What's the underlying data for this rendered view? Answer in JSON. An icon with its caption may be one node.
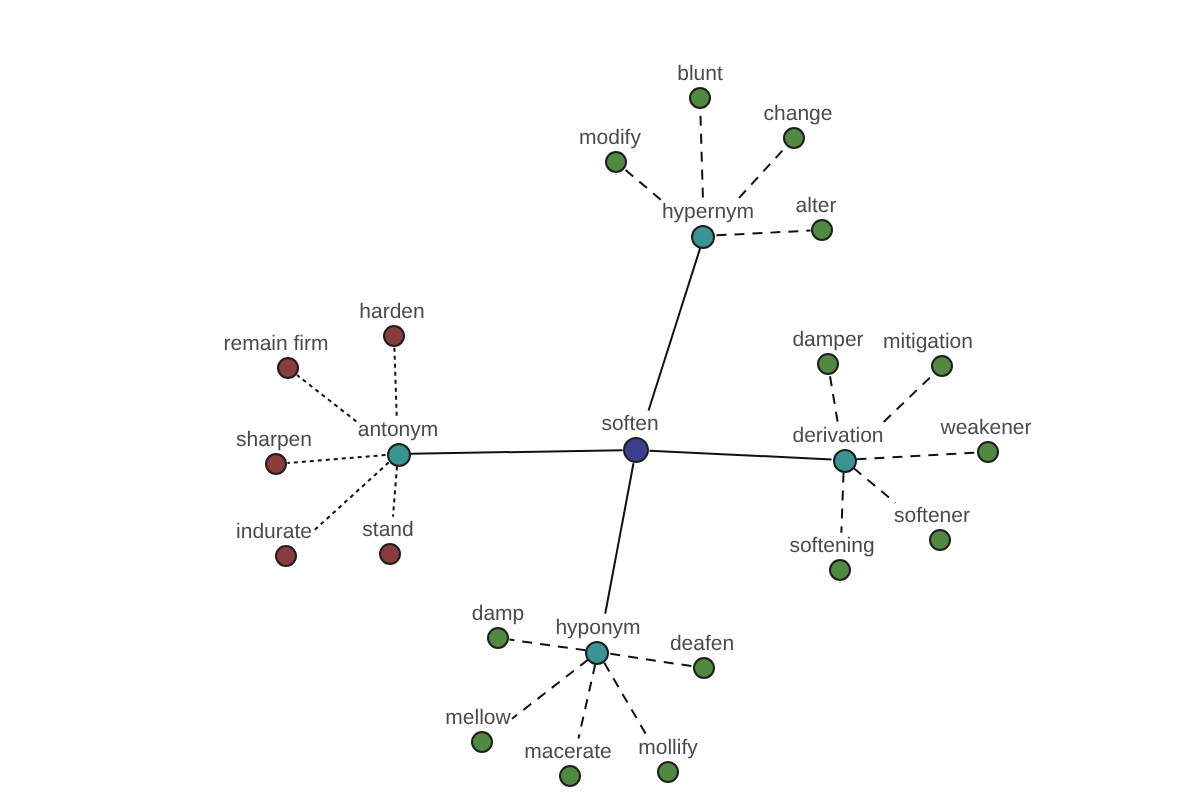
{
  "diagram": {
    "nodes": [
      {
        "text": [
          "blunt"
        ]
      },
      {
        "text": [
          "change"
        ]
      },
      {
        "text": [
          "modify"
        ]
      },
      {
        "text": [
          "hypernym"
        ]
      },
      {
        "text": [
          "alter"
        ]
      },
      {
        "text": [
          "harden"
        ]
      },
      {
        "text": [
          "remain firm"
        ]
      },
      {
        "text": [
          "damper"
        ]
      },
      {
        "text": [
          "mitigation"
        ]
      },
      {
        "text": [
          "sharpen"
        ]
      },
      {
        "text": [
          "antonym"
        ]
      },
      {
        "text": [
          "soften"
        ]
      },
      {
        "text": [
          "derivation"
        ]
      },
      {
        "text": [
          "weakener"
        ]
      },
      {
        "text": [
          "softener"
        ]
      },
      {
        "text": [
          "indurate"
        ]
      },
      {
        "text": [
          "stand"
        ]
      },
      {
        "text": [
          "softening"
        ]
      },
      {
        "text": [
          "damp"
        ]
      },
      {
        "text": [
          "hyponym"
        ]
      },
      {
        "text": [
          "deafen"
        ]
      },
      {
        "text": [
          "mellow"
        ]
      },
      {
        "text": [
          "macerate"
        ]
      },
      {
        "text": [
          "mollify"
        ]
      }
    ],
    "edges": [
      {
        "from": 11,
        "to": 3,
        "arrow": "none"
      },
      {
        "from": 11,
        "to": 10,
        "arrow": "none"
      },
      {
        "from": 11,
        "to": 12,
        "arrow": "none"
      },
      {
        "from": 11,
        "to": 19,
        "arrow": "none"
      },
      {
        "from": 3,
        "to": 0,
        "arrow": "none",
        "style": "dashed"
      },
      {
        "from": 3,
        "to": 1,
        "arrow": "none",
        "style": "dashed"
      },
      {
        "from": 3,
        "to": 2,
        "arrow": "none",
        "style": "dashed"
      },
      {
        "from": 3,
        "to": 4,
        "arrow": "none",
        "style": "dashed"
      },
      {
        "from": 10,
        "to": 5,
        "arrow": "none",
        "style": "dashed"
      },
      {
        "from": 10,
        "to": 6,
        "arrow": "none",
        "style": "dashed"
      },
      {
        "from": 10,
        "to": 9,
        "arrow": "none",
        "style": "dashed"
      },
      {
        "from": 10,
        "to": 15,
        "arrow": "none",
        "style": "dashed"
      },
      {
        "from": 10,
        "to": 16,
        "arrow": "none",
        "style": "dashed"
      },
      {
        "from": 12,
        "to": 7,
        "arrow": "none",
        "style": "dashed"
      },
      {
        "from": 12,
        "to": 8,
        "arrow": "none",
        "style": "dashed"
      },
      {
        "from": 12,
        "to": 13,
        "arrow": "none",
        "style": "dashed"
      },
      {
        "from": 12,
        "to": 14,
        "arrow": "none",
        "style": "dashed"
      },
      {
        "from": 12,
        "to": 17,
        "arrow": "none",
        "style": "dashed"
      },
      {
        "from": 19,
        "to": 18,
        "arrow": "none",
        "style": "dashed"
      },
      {
        "from": 19,
        "to": 20,
        "arrow": "none",
        "style": "dashed"
      },
      {
        "from": 19,
        "to": 21,
        "arrow": "none",
        "style": "dashed"
      },
      {
        "from": 19,
        "to": 22,
        "arrow": "none",
        "style": "dashed"
      },
      {
        "from": 19,
        "to": 23,
        "arrow": "none",
        "style": "dashed"
      }
    ]
  }
}
